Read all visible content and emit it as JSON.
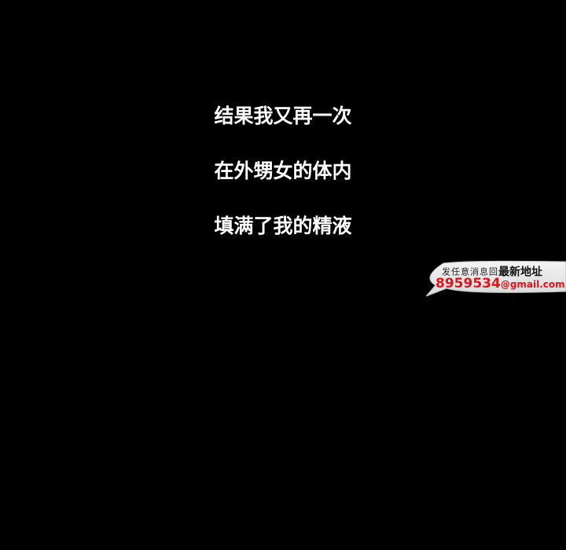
{
  "caption": {
    "lines": [
      "结果我又再一次",
      "在外甥女的体内",
      "填满了我的精液"
    ]
  },
  "watermark": {
    "small_text": "发任意消息回",
    "big_text": "最新地址",
    "number": "8959534",
    "email_suffix": "@gmail.com",
    "accent_color": "#e0141c"
  }
}
